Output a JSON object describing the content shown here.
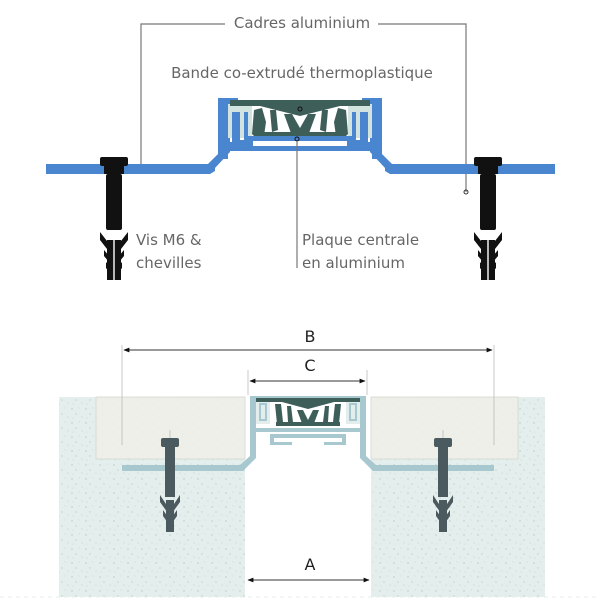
{
  "top_diagram": {
    "labels": {
      "frames": "Cadres aluminium",
      "band": "Bande co-extrudé thermoplastique",
      "screws_line1": "Vis M6 &",
      "screws_line2": "chevilles",
      "plate_line1": "Plaque centrale",
      "plate_line2": "en aluminium"
    }
  },
  "bottom_diagram": {
    "dimensions": {
      "b": "B",
      "c": "C",
      "a": "A"
    }
  },
  "colors": {
    "frame_blue": "#4a86d0",
    "band_dark": "#3e5e5a",
    "band_light": "#d3e3df",
    "frame_pale": "#a8c8d0",
    "concrete": "#e4eeec",
    "mortar": "#efefe9",
    "leader_line": "#777777",
    "anchor_black": "#111111",
    "anchor_grey": "#4b5a5e"
  }
}
